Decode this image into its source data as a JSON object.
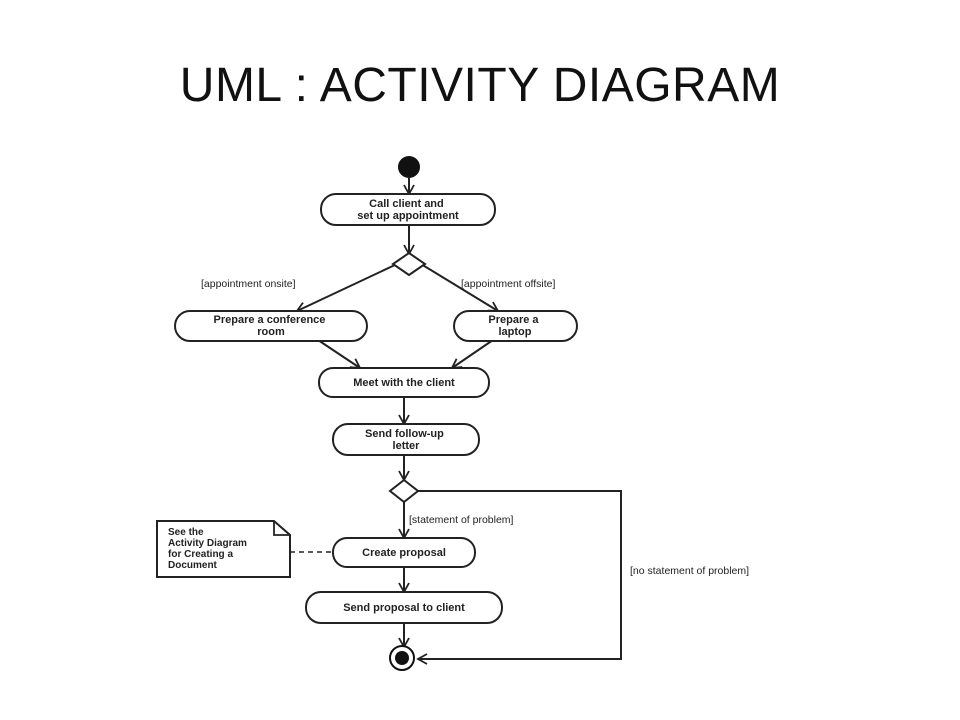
{
  "slide": {
    "title": "UML : ACTIVITY DIAGRAM"
  },
  "diagram": {
    "activities": {
      "call_client": [
        "Call client and",
        "set up appointment"
      ],
      "prepare_room": [
        "Prepare a conference",
        "room"
      ],
      "prepare_laptop": [
        "Prepare a",
        "laptop"
      ],
      "meet_client": [
        "Meet with the client"
      ],
      "follow_up": [
        "Send follow-up",
        "letter"
      ],
      "create_proposal": [
        "Create proposal"
      ],
      "send_proposal": [
        "Send proposal to client"
      ]
    },
    "guards": {
      "onsite": "[appointment onsite]",
      "offsite": "[appointment offsite]",
      "statement": "[statement of problem]",
      "no_statement": "[no statement of problem]"
    },
    "note": [
      "See the",
      "Activity Diagram",
      "for Creating a",
      "Document"
    ]
  }
}
